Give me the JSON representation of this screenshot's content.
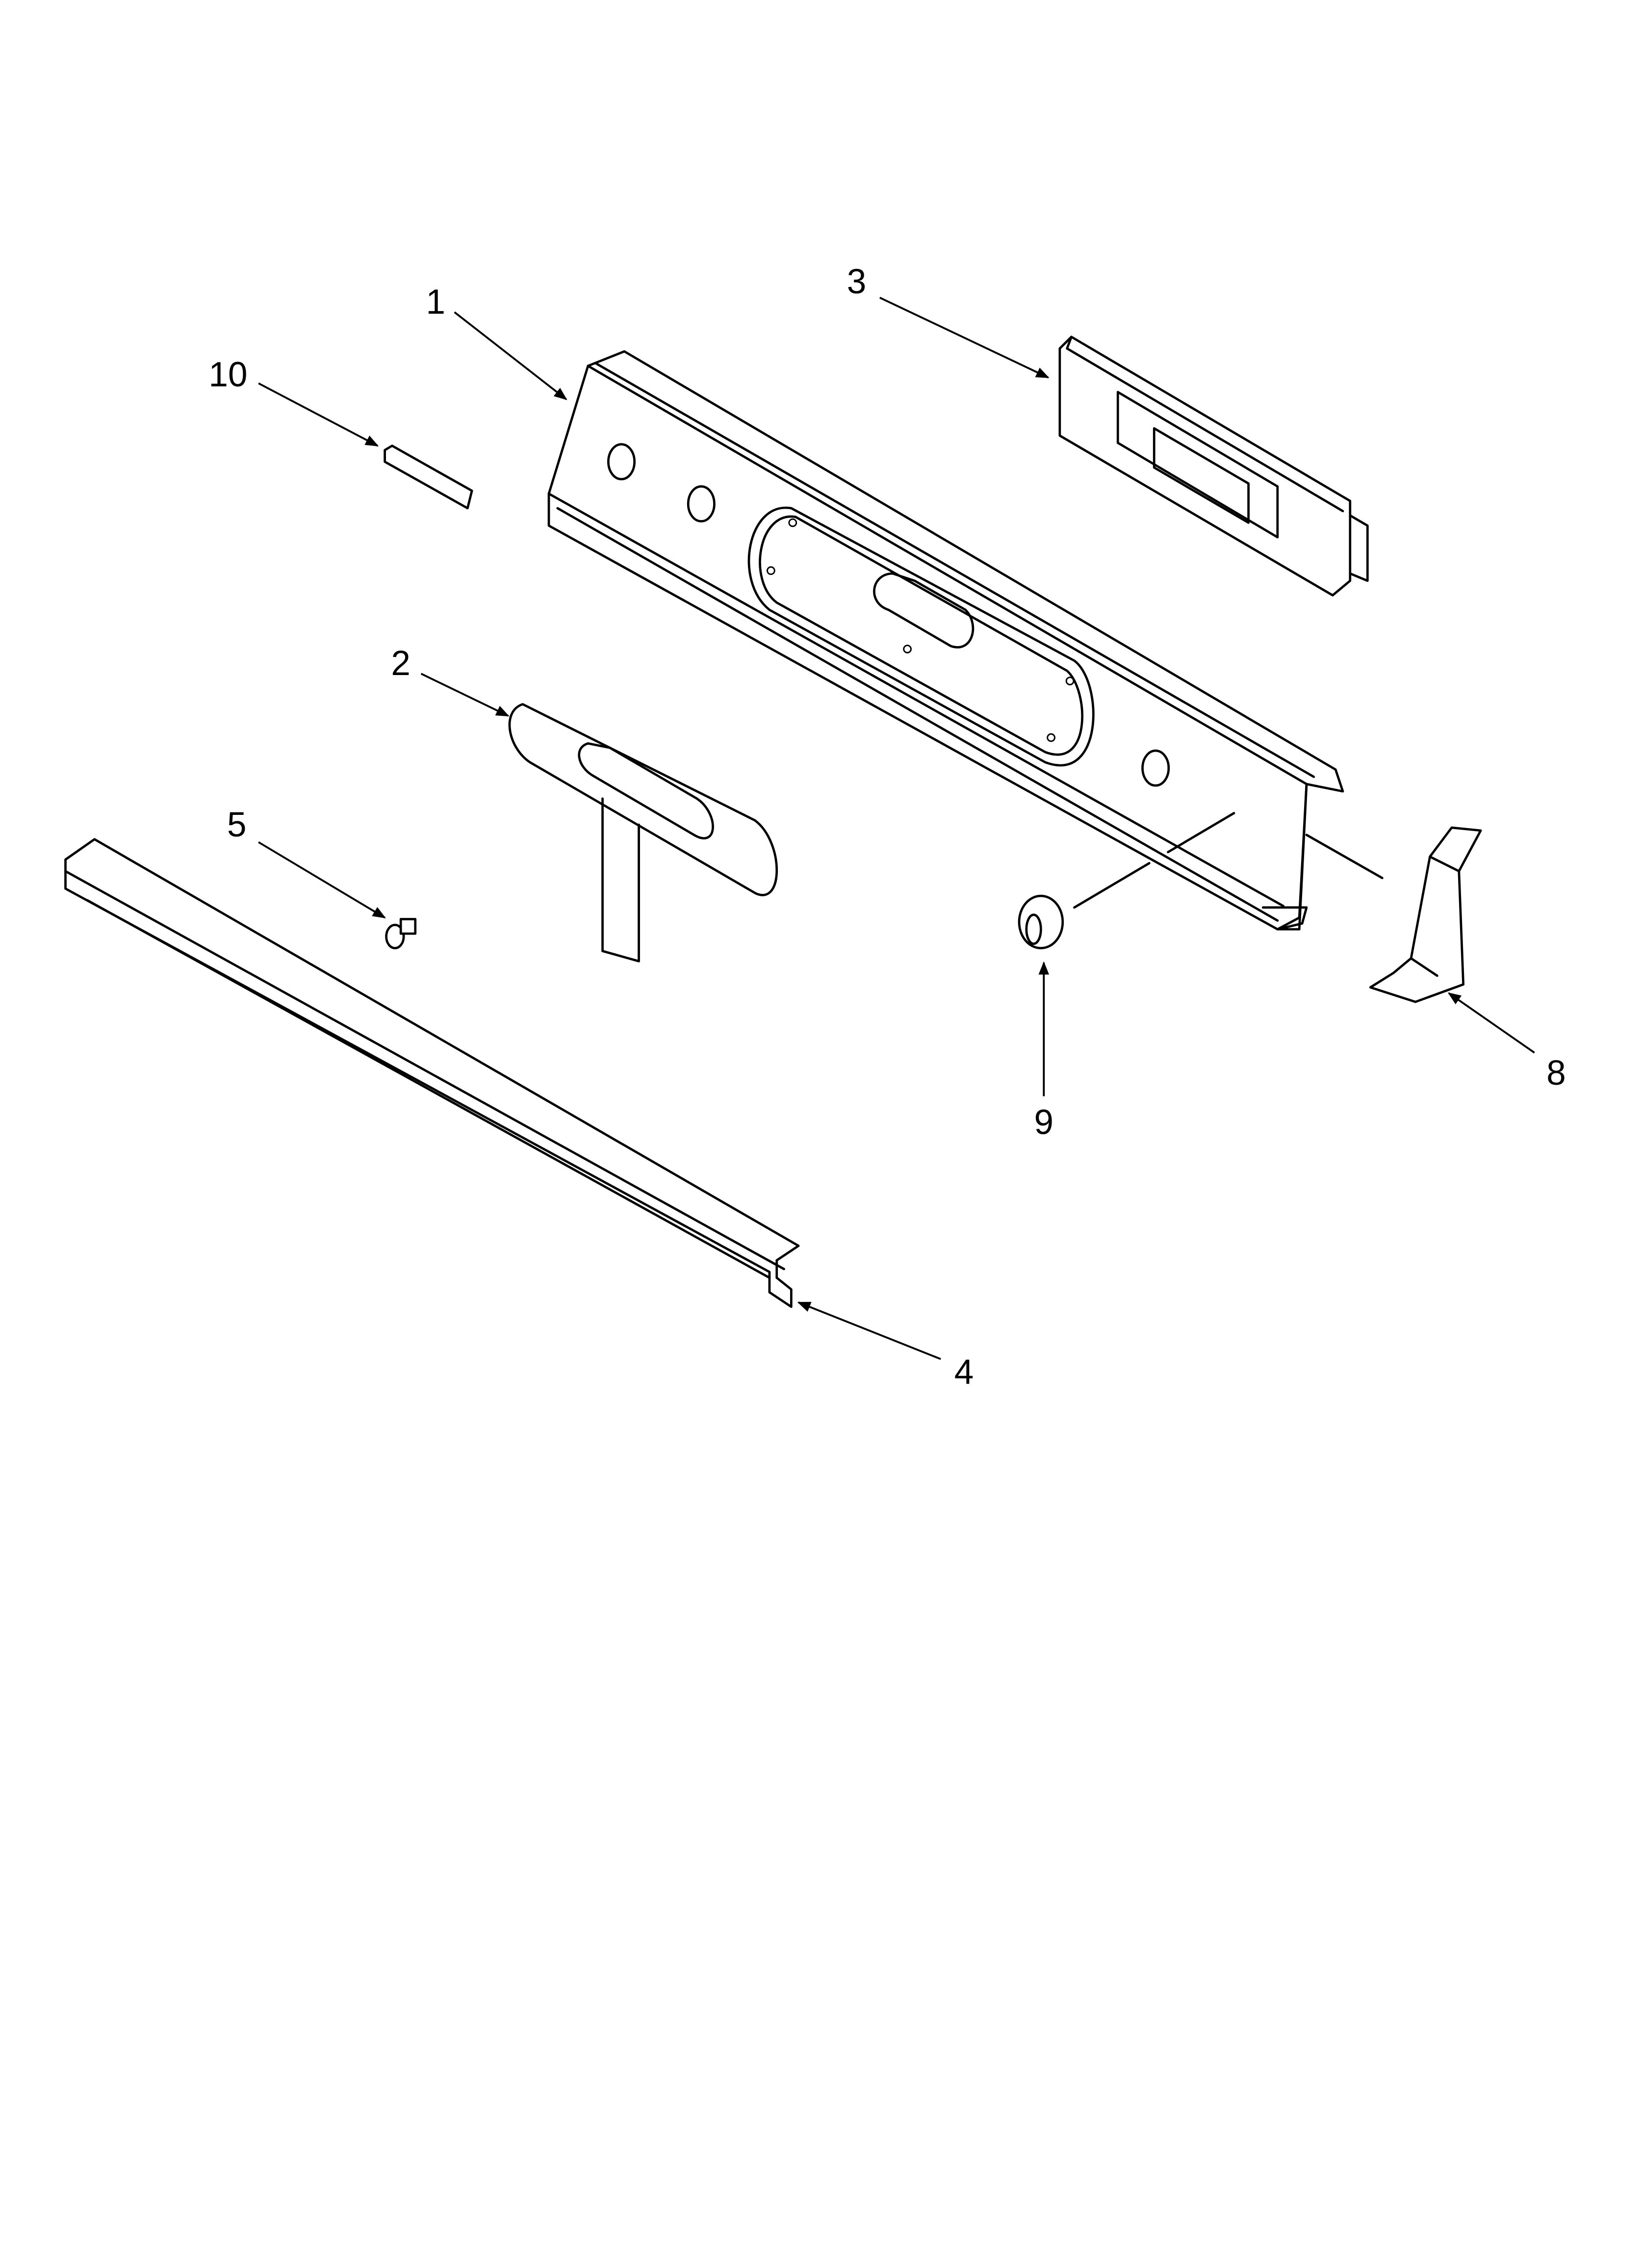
{
  "diagram": {
    "background": "#ffffff",
    "line_color": "#000000",
    "callouts": [
      {
        "id": "1",
        "label": "1",
        "part": "control-panel"
      },
      {
        "id": "2",
        "label": "2",
        "part": "overlay"
      },
      {
        "id": "3",
        "label": "3",
        "part": "electronic-control-board"
      },
      {
        "id": "4",
        "label": "4",
        "part": "trim-strip"
      },
      {
        "id": "5",
        "label": "5",
        "part": "screw"
      },
      {
        "id": "8",
        "label": "8",
        "part": "end-cap"
      },
      {
        "id": "9",
        "label": "9",
        "part": "knob"
      },
      {
        "id": "10",
        "label": "10",
        "part": "badge"
      }
    ]
  }
}
